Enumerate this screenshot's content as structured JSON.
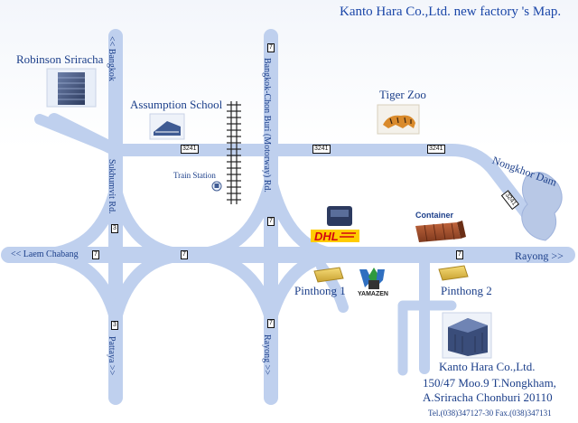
{
  "title": "Kanto Hara Co.,Ltd. new factory 's Map.",
  "places": {
    "robinson": "Robinson Sriracha",
    "assumption": "Assumption School",
    "tiger_zoo": "Tiger Zoo",
    "nongkhor": "Nongkhor Dam",
    "train_station": "Train Station",
    "container": "Container",
    "pinthong1": "Pinthong 1",
    "pinthong2": "Pinthong 2",
    "yamazen": "YAMAZEN",
    "dhl": "DHL"
  },
  "roads": {
    "bangkok_left": "<< Bangkok",
    "sukhumvit": "Sukhumvit Rd.",
    "bangkok_chonburi": "Bangkok-Chon Buri (Motorway) Rd.",
    "laem_chabang": "<< Laem Chabang",
    "rayong_right": "Rayong >>",
    "pattaya": "Pattaya >>",
    "rayong_down": "Rayong >>"
  },
  "route_numbers": {
    "r7": "7",
    "r3": "3",
    "r3241": "3241"
  },
  "company": {
    "name": "Kanto Hara Co.,Ltd.",
    "address1": "150/47 Moo.9 T.Nongkham,",
    "address2": "A.Sriracha Chonburi 20110",
    "contact": "Tel.(038)347127-30 Fax.(038)347131"
  },
  "colors": {
    "road": "#bfd0ee",
    "road_edge": "#9db4de",
    "text": "#1c3f8a",
    "dam": "#b8c8e6",
    "dhl_red": "#d40511",
    "dhl_yellow": "#ffcc00",
    "container": "#a8502e",
    "yamazen_green": "#2f9a3e"
  }
}
